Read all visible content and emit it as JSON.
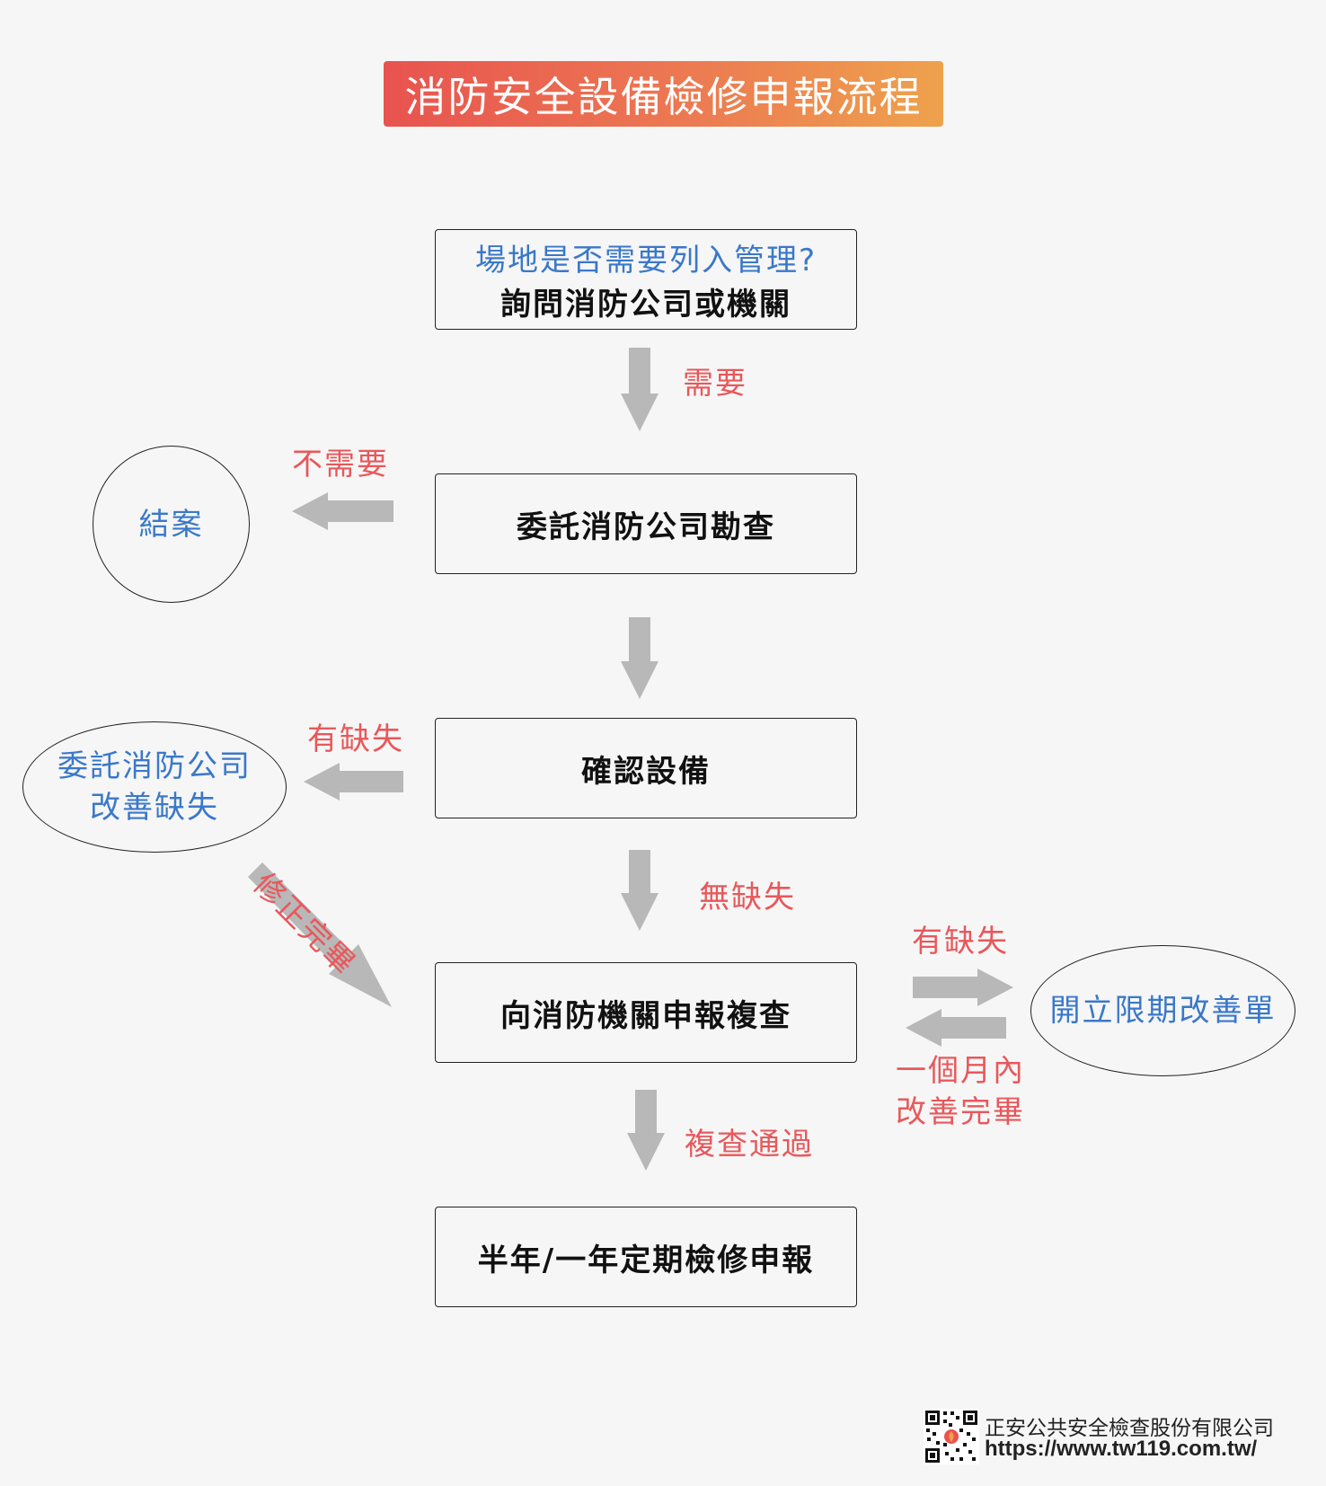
{
  "title": "消防安全設備檢修申報流程",
  "nodes": {
    "start_question": "場地是否需要列入管理?",
    "start_action": "詢問消防公司或機關",
    "commission": "委託消防公司勘查",
    "confirm": "確認設備",
    "declare": "向消防機關申報複查",
    "periodic": "半年/一年定期檢修申報",
    "close_case": "結案",
    "fix_line1": "委託消防公司",
    "fix_line2": "改善缺失",
    "order": "開立限期改善單"
  },
  "labels": {
    "need": "需要",
    "no_need": "不需要",
    "defect": "有缺失",
    "no_defect": "無缺失",
    "fixed": "修正完畢",
    "defect_right": "有缺失",
    "month_line1": "一個月內",
    "month_line2": "改善完畢",
    "passed": "複查通過"
  },
  "footer": {
    "company": "正安公共安全檢查股份有限公司",
    "url": "https://www.tw119.com.tw/"
  },
  "colors": {
    "accent_red": "#e8585b",
    "accent_blue": "#3a78c9",
    "arrow_gray": "#b8b8b8",
    "title_gradient_start": "#e8534f",
    "title_gradient_end": "#eea24c"
  },
  "icons": [
    "qr-code-icon",
    "flame-logo-icon"
  ]
}
